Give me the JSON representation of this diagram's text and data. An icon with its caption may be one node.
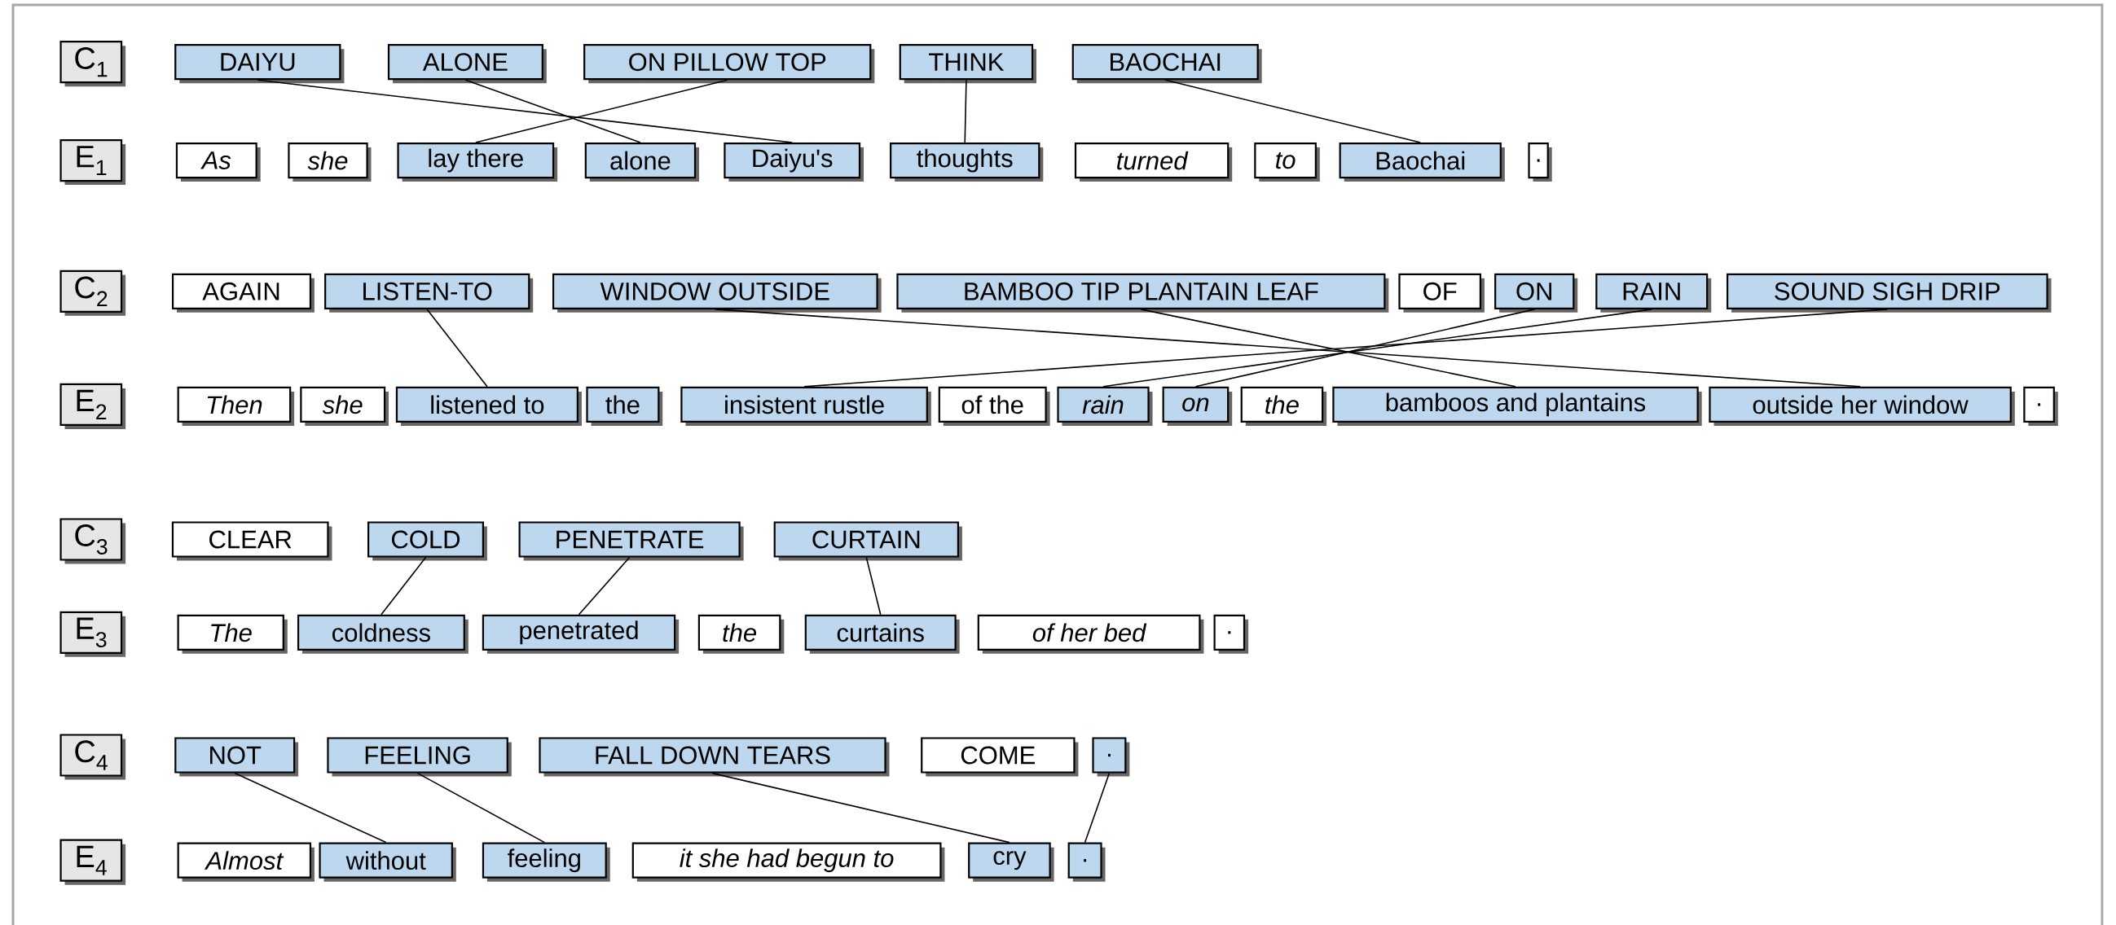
{
  "diagram": {
    "nodes": [
      {
        "text": [
          "C$_{1}$"
        ]
      },
      {
        "text": [
          "DAIYU"
        ]
      },
      {
        "text": [
          "ALONE"
        ]
      },
      {
        "text": [
          "ON PILLOW TOP"
        ]
      },
      {
        "text": [
          "THINK"
        ]
      },
      {
        "text": [
          "BAOCHAI"
        ]
      },
      {
        "text": [
          "E$_{1}$"
        ]
      },
      {
        "text": [
          "As"
        ]
      },
      {
        "text": [
          "she"
        ]
      },
      {
        "text": [
          "lay there"
        ]
      },
      {
        "text": [
          "alone"
        ]
      },
      {
        "text": [
          "Daiyu's"
        ]
      },
      {
        "text": [
          "thoughts"
        ]
      },
      {
        "text": [
          "turned"
        ]
      },
      {
        "text": [
          "to"
        ]
      },
      {
        "text": [
          "Baochai"
        ]
      },
      {
        "text": [
          "."
        ]
      },
      {
        "text": [
          "C$_{2}$"
        ]
      },
      {
        "text": [
          "AGAIN"
        ]
      },
      {
        "text": [
          "LISTEN-TO"
        ]
      },
      {
        "text": [
          "WINDOW OUTSIDE"
        ]
      },
      {
        "text": [
          "BAMBOO TIP PLANTAIN LEAF"
        ]
      },
      {
        "text": [
          "OF"
        ]
      },
      {
        "text": [
          "ON"
        ]
      },
      {
        "text": [
          "RAIN"
        ]
      },
      {
        "text": [
          "SOUND SIGH DRIP"
        ]
      },
      {
        "text": [
          "E$_{2}$"
        ]
      },
      {
        "text": [
          "Then"
        ]
      },
      {
        "text": [
          "she"
        ]
      },
      {
        "text": [
          "listened to"
        ]
      },
      {
        "text": [
          "the"
        ]
      },
      {
        "text": [
          "insistent rustle"
        ]
      },
      {
        "text": [
          "of the"
        ]
      },
      {
        "text": [
          "rain"
        ]
      },
      {
        "text": [
          "on"
        ]
      },
      {
        "text": [
          "the"
        ]
      },
      {
        "text": [
          "bamboos and plantains"
        ]
      },
      {
        "text": [
          "outside her window"
        ]
      },
      {
        "text": [
          "."
        ]
      },
      {
        "text": [
          "C$_{3}$"
        ]
      },
      {
        "text": [
          "CLEAR"
        ]
      },
      {
        "text": [
          "COLD"
        ]
      },
      {
        "text": [
          "PENETRATE"
        ]
      },
      {
        "text": [
          "CURTAIN"
        ]
      },
      {
        "text": [
          "E$_{3}$"
        ]
      },
      {
        "text": [
          "The"
        ]
      },
      {
        "text": [
          "coldness"
        ]
      },
      {
        "text": [
          "penetrated"
        ]
      },
      {
        "text": [
          "the"
        ]
      },
      {
        "text": [
          "curtains"
        ]
      },
      {
        "text": [
          "of her bed"
        ]
      },
      {
        "text": [
          "."
        ]
      },
      {
        "text": [
          "C$_{4}$"
        ]
      },
      {
        "text": [
          "NOT"
        ]
      },
      {
        "text": [
          "FEELING"
        ]
      },
      {
        "text": [
          "FALL DOWN TEARS"
        ]
      },
      {
        "text": [
          "COME"
        ]
      },
      {
        "text": [
          "."
        ]
      },
      {
        "text": [
          "E$_{4}$"
        ]
      },
      {
        "text": [
          "Almost"
        ]
      },
      {
        "text": [
          "without"
        ]
      },
      {
        "text": [
          "feeling"
        ]
      },
      {
        "text": [
          "it she had begun to"
        ]
      },
      {
        "text": [
          "cry"
        ]
      },
      {
        "text": [
          "."
        ]
      }
    ],
    "edges": [
      {
        "from": 1,
        "to": 11,
        "arrow": "none"
      },
      {
        "from": 2,
        "to": 10,
        "arrow": "none"
      },
      {
        "from": 3,
        "to": 9,
        "arrow": "none"
      },
      {
        "from": 4,
        "to": 12,
        "arrow": "none"
      },
      {
        "from": 5,
        "to": 15,
        "arrow": "none"
      },
      {
        "from": 19,
        "to": 29,
        "arrow": "none"
      },
      {
        "from": 20,
        "to": 37,
        "arrow": "none"
      },
      {
        "from": 21,
        "to": 36,
        "arrow": "none"
      },
      {
        "from": 23,
        "to": 34,
        "arrow": "none"
      },
      {
        "from": 24,
        "to": 33,
        "arrow": "none"
      },
      {
        "from": 25,
        "to": 31,
        "arrow": "none"
      },
      {
        "from": 41,
        "to": 46,
        "arrow": "none"
      },
      {
        "from": 42,
        "to": 47,
        "arrow": "none"
      },
      {
        "from": 43,
        "to": 49,
        "arrow": "none"
      },
      {
        "from": 53,
        "to": 60,
        "arrow": "none"
      },
      {
        "from": 54,
        "to": 61,
        "arrow": "none"
      },
      {
        "from": 55,
        "to": 63,
        "arrow": "none"
      },
      {
        "from": 57,
        "to": 64,
        "arrow": "none"
      }
    ]
  }
}
